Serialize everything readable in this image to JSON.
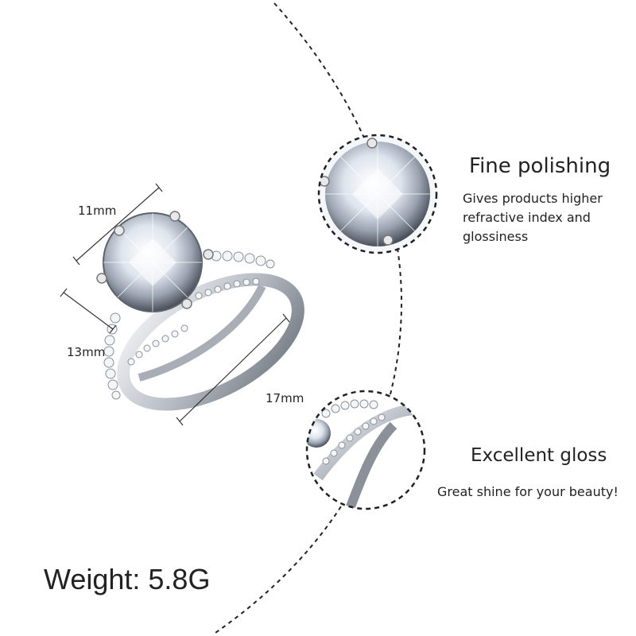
{
  "dimensions": {
    "width": "11mm",
    "height": "13mm",
    "band": "17mm"
  },
  "feature_polishing": {
    "title": "Fine polishing",
    "lines": [
      "Gives products higher",
      "refractive index and",
      "glossiness"
    ]
  },
  "feature_gloss": {
    "title": "Excellent gloss",
    "description": "Great shine for your beauty!"
  },
  "weight": "Weight: 5.8G",
  "colors": {
    "metal": "#c9ccd1",
    "gem": "#e9eef5",
    "dash": "#222222"
  }
}
